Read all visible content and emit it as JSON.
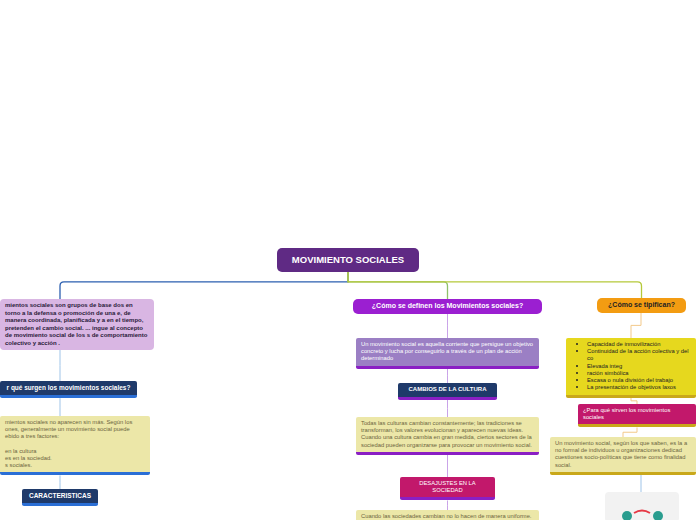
{
  "diagram": {
    "nodes": [
      {
        "text": [
          "MOVIMIENTO SOCIALES"
        ]
      },
      {
        "text": [
          "mientos sociales son grupos de base dos en torno a la defensa o promoción de una e, de manera coordinada, planificada y a en el tiempo, pretenden el cambio social. ... ingue al concepto de movimiento social de los s de comportamiento colectivo y acción ."
        ]
      },
      {
        "text": [
          "r qué surgen los movimientos sociales?"
        ]
      },
      {
        "text": [
          "mientos sociales no aparecen sin más. Según los ones, generalmente un movimiento social puede ebido a tres factores:",
          "en la cultura",
          "es en la sociedad.",
          "s sociales."
        ]
      },
      {
        "text": [
          "CARACTERISTICAS"
        ]
      },
      {
        "text": [
          "¿Cómo se definen los Movimientos sociales?"
        ]
      },
      {
        "text": [
          "Un movimiento social es aquella corriente que persigue un objetivo concreto y lucha por conseguirlo a través de un plan de acción determinado"
        ]
      },
      {
        "text": [
          "CAMBIOS DE LA CULTURA"
        ]
      },
      {
        "text": [
          "Todas las culturas cambian constantemente; las tradiciones se transforman, los valores evolucionan y aparecen nuevas ideas. Cuando una cultura cambia en gran medida, ciertos sectores de la sociedad pueden organizarse para provocar un movimiento social."
        ]
      },
      {
        "text": [
          "DESAJUSTES EN LA SOCIEDAD"
        ]
      },
      {
        "text": [
          "Cuando las sociedades cambian no lo hacen de manera uniforme."
        ]
      },
      {
        "text": [
          "¿Cómo se tipifican?"
        ]
      },
      {
        "text": [
          "Capacidad de inmovilización",
          "Continuidad de la acción colectiva y del co",
          "Elevada integ",
          "ración simbólica",
          "Escasa o nula división del trabajo",
          "La presentación de objetivos laxos"
        ]
      },
      {
        "text": [
          "¿Para qué sirven los movimientos sociales"
        ]
      },
      {
        "text": [
          "Un movimiento social, según los que saben, es la a no formal de individuos u organizaciones dedicad cuestiones socio-políticas que tiene como finalidad social."
        ]
      }
    ],
    "edges": [
      {
        "from": 0,
        "to": 1,
        "arrow": "none"
      },
      {
        "from": 1,
        "to": 2,
        "arrow": "none"
      },
      {
        "from": 2,
        "to": 3,
        "arrow": "none"
      },
      {
        "from": 3,
        "to": 4,
        "arrow": "none"
      },
      {
        "from": 0,
        "to": 5,
        "arrow": "none"
      },
      {
        "from": 5,
        "to": 6,
        "arrow": "none"
      },
      {
        "from": 6,
        "to": 7,
        "arrow": "none"
      },
      {
        "from": 7,
        "to": 8,
        "arrow": "none"
      },
      {
        "from": 8,
        "to": 9,
        "arrow": "none"
      },
      {
        "from": 9,
        "to": 10,
        "arrow": "none"
      },
      {
        "from": 0,
        "to": 11,
        "arrow": "none"
      },
      {
        "from": 11,
        "to": 12,
        "arrow": "none"
      },
      {
        "from": 12,
        "to": 13,
        "arrow": "none"
      },
      {
        "from": 13,
        "to": 14,
        "arrow": "none"
      }
    ]
  }
}
